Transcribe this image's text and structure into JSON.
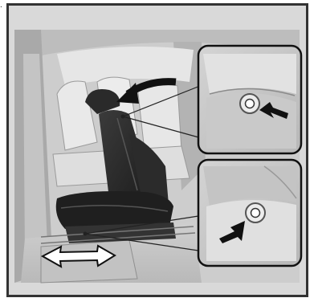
{
  "corner_mark": ".",
  "illustration": {
    "subject": "vehicle-rear-seat-adjustment",
    "insets": [
      {
        "name": "seat-back-release-detail"
      },
      {
        "name": "seat-cushion-release-detail"
      }
    ],
    "arrows": [
      "recline-arrow",
      "slide-arrow",
      "push-arrow-upper",
      "push-arrow-lower"
    ]
  },
  "colors": {
    "frame_border": "#333333",
    "frame_background": "#d9d9d9",
    "arrow_fill": "#111111",
    "slide_arrow_fill": "#ffffff"
  }
}
